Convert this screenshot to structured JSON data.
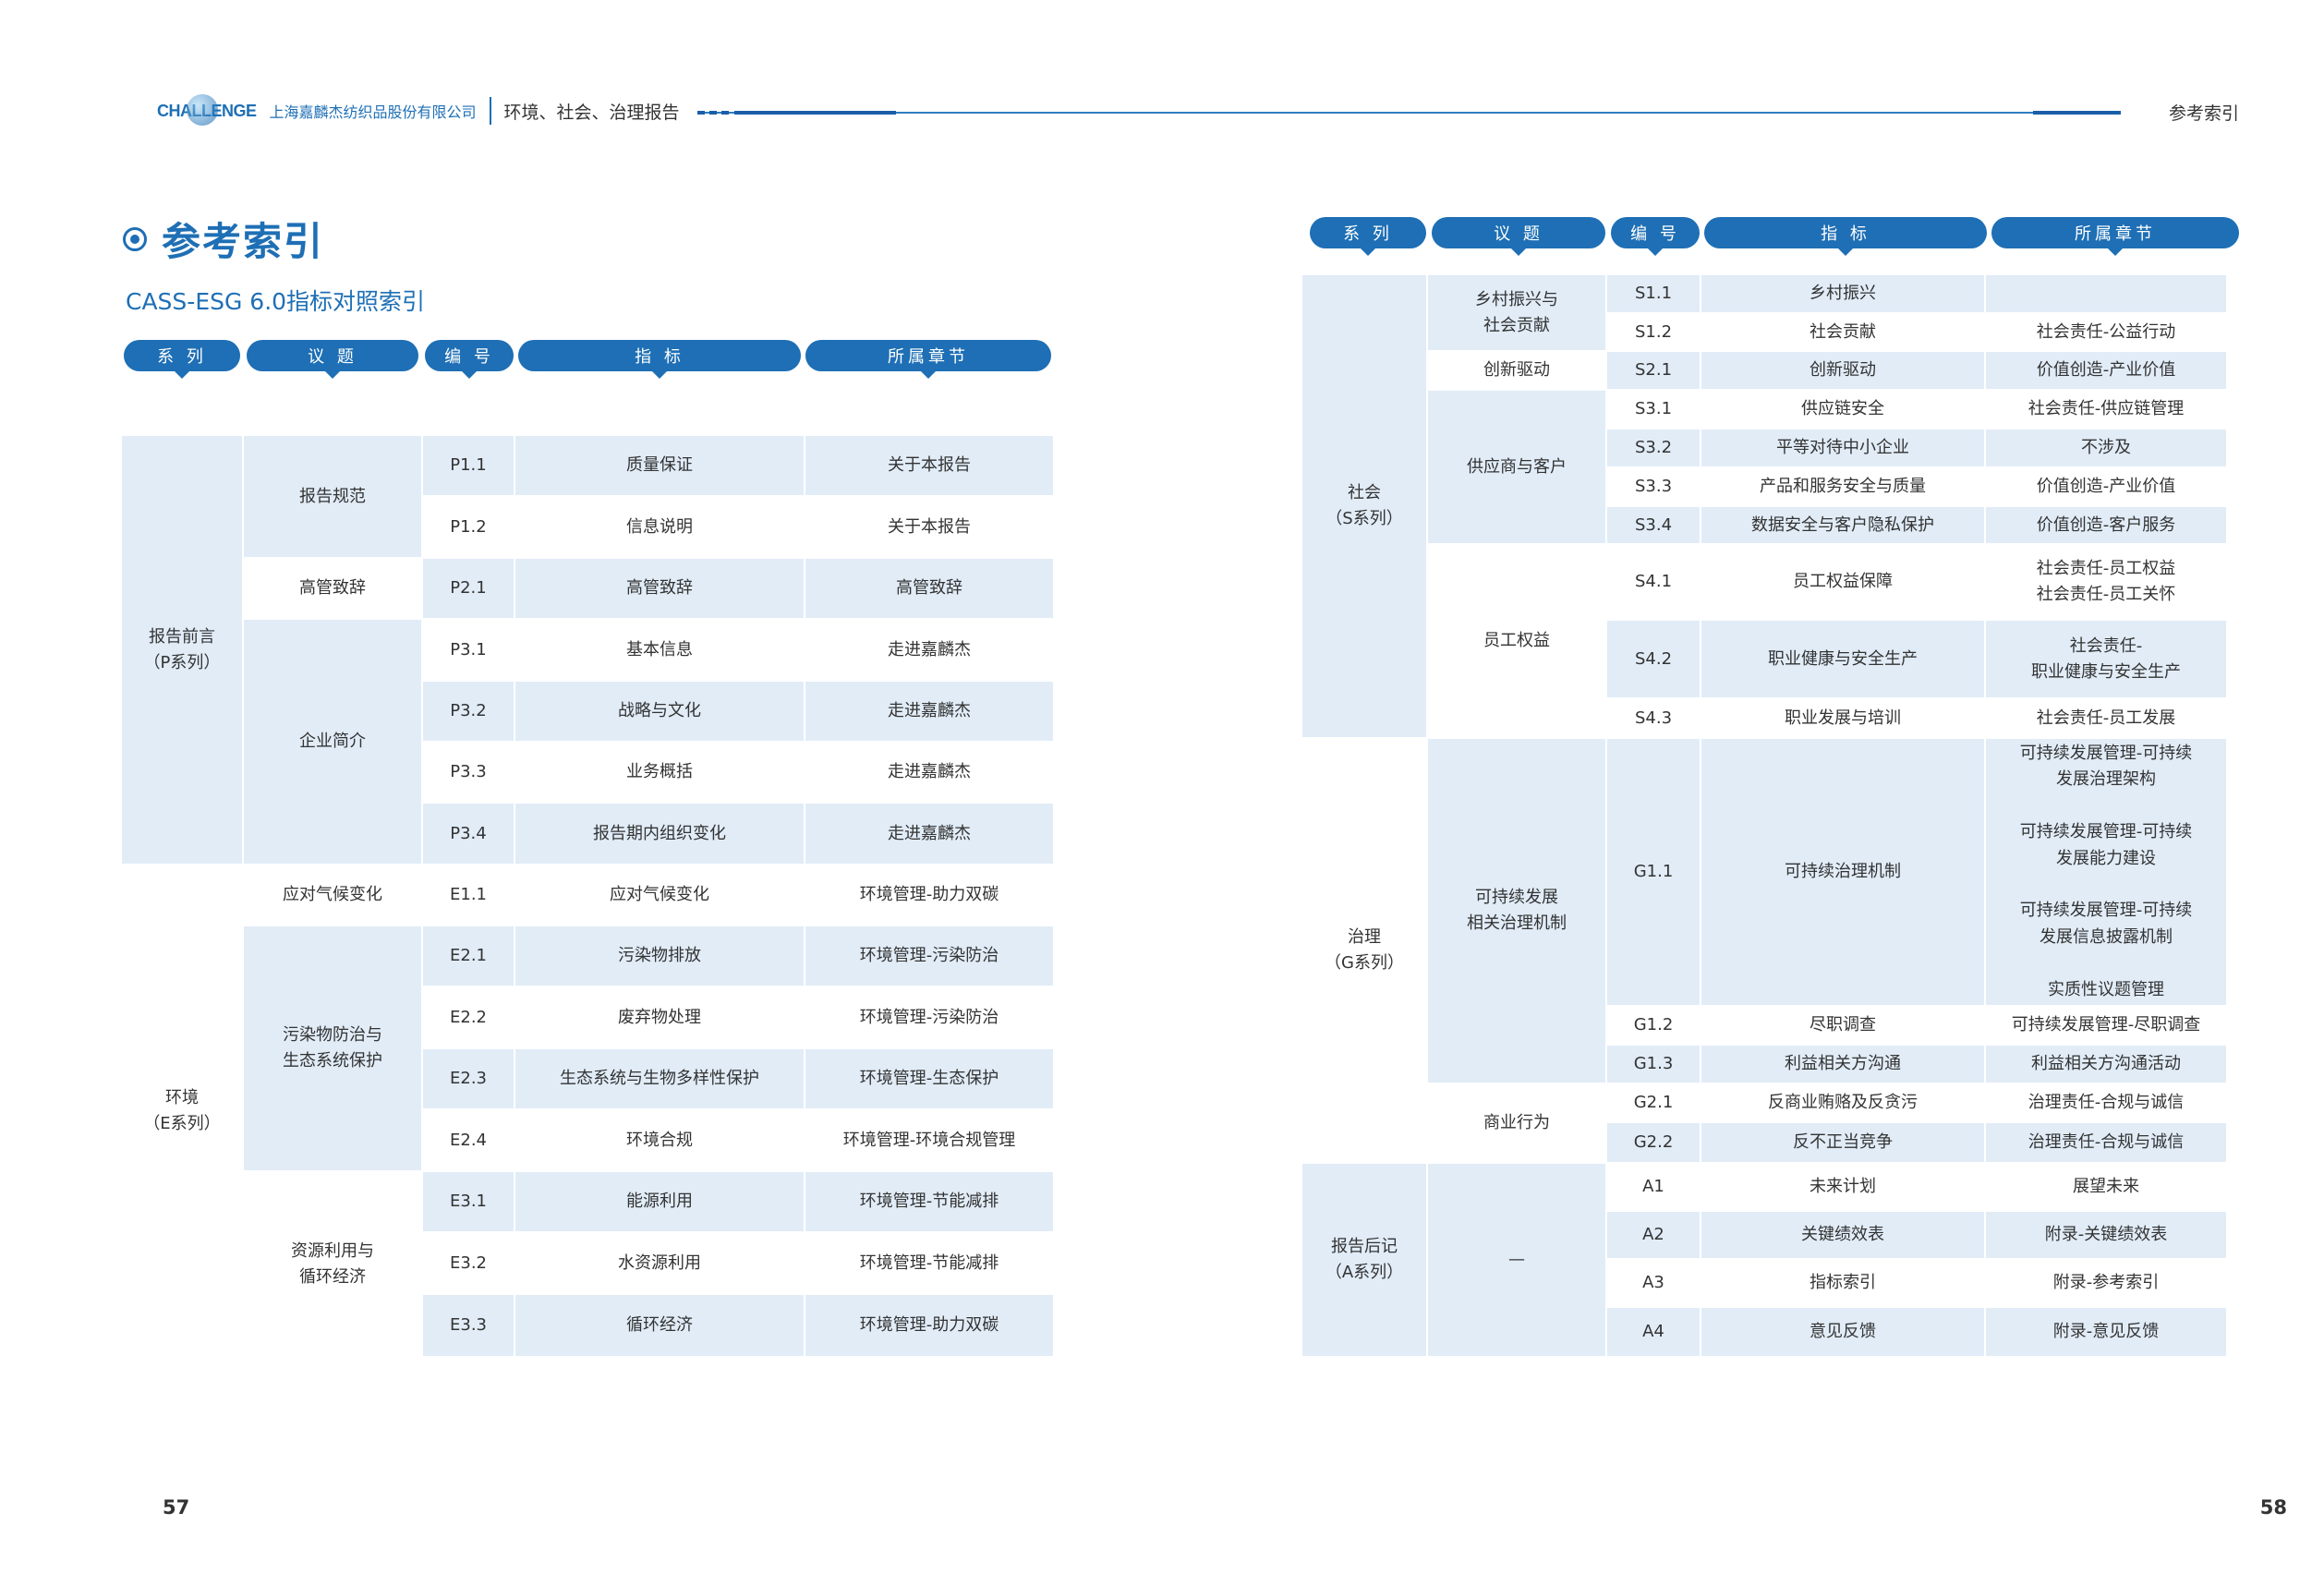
{
  "header": {
    "logo_text": "CHALLENGE",
    "company": "上海嘉麟杰纺织品股份有限公司",
    "doc_title": "环境、社会、治理报告",
    "section_label": "参考索引"
  },
  "page": {
    "title": "参考索引",
    "subtitle": "CASS-ESG 6.0指标对照索引",
    "left_num": "57",
    "right_num": "58"
  },
  "columns": {
    "series": "系 列",
    "topic": "议 题",
    "code": "编 号",
    "indicator": "指 标",
    "chapter": "所属章节"
  },
  "left": {
    "series": [
      {
        "label": "报告前言\n（P系列）"
      },
      {
        "label": "环境\n（E系列）"
      }
    ],
    "topics": [
      {
        "label": "报告规范"
      },
      {
        "label": "高管致辞"
      },
      {
        "label": "企业简介"
      },
      {
        "label": "应对气候变化"
      },
      {
        "label": "污染物防治与\n生态系统保护"
      },
      {
        "label": "资源利用与\n循环经济"
      }
    ],
    "rows": [
      {
        "code": "P1.1",
        "indicator": "质量保证",
        "chapter": "关于本报告"
      },
      {
        "code": "P1.2",
        "indicator": "信息说明",
        "chapter": "关于本报告"
      },
      {
        "code": "P2.1",
        "indicator": "高管致辞",
        "chapter": "高管致辞"
      },
      {
        "code": "P3.1",
        "indicator": "基本信息",
        "chapter": "走进嘉麟杰"
      },
      {
        "code": "P3.2",
        "indicator": "战略与文化",
        "chapter": "走进嘉麟杰"
      },
      {
        "code": "P3.3",
        "indicator": "业务概括",
        "chapter": "走进嘉麟杰"
      },
      {
        "code": "P3.4",
        "indicator": "报告期内组织变化",
        "chapter": "走进嘉麟杰"
      },
      {
        "code": "E1.1",
        "indicator": "应对气候变化",
        "chapter": "环境管理-助力双碳"
      },
      {
        "code": "E2.1",
        "indicator": "污染物排放",
        "chapter": "环境管理-污染防治"
      },
      {
        "code": "E2.2",
        "indicator": "废弃物处理",
        "chapter": "环境管理-污染防治"
      },
      {
        "code": "E2.3",
        "indicator": "生态系统与生物多样性保护",
        "chapter": "环境管理-生态保护"
      },
      {
        "code": "E2.4",
        "indicator": "环境合规",
        "chapter": "环境管理-环境合规管理"
      },
      {
        "code": "E3.1",
        "indicator": "能源利用",
        "chapter": "环境管理-节能减排"
      },
      {
        "code": "E3.2",
        "indicator": "水资源利用",
        "chapter": "环境管理-节能减排"
      },
      {
        "code": "E3.3",
        "indicator": "循环经济",
        "chapter": "环境管理-助力双碳"
      }
    ]
  },
  "right": {
    "series": [
      {
        "label": "社会\n（S系列）"
      },
      {
        "label": "治理\n（G系列）"
      },
      {
        "label": "报告后记\n（A系列）"
      }
    ],
    "topics": [
      {
        "label": "乡村振兴与\n社会贡献"
      },
      {
        "label": "创新驱动"
      },
      {
        "label": "供应商与客户"
      },
      {
        "label": "员工权益"
      },
      {
        "label": "可持续发展\n相关治理机制"
      },
      {
        "label": "商业行为"
      },
      {
        "label": "—"
      }
    ],
    "rows": [
      {
        "code": "S1.1",
        "indicator": "乡村振兴",
        "chapter": ""
      },
      {
        "code": "S1.2",
        "indicator": "社会贡献",
        "chapter": "社会责任-公益行动"
      },
      {
        "code": "S2.1",
        "indicator": "创新驱动",
        "chapter": "价值创造-产业价值"
      },
      {
        "code": "S3.1",
        "indicator": "供应链安全",
        "chapter": "社会责任-供应链管理"
      },
      {
        "code": "S3.2",
        "indicator": "平等对待中小企业",
        "chapter": "不涉及"
      },
      {
        "code": "S3.3",
        "indicator": "产品和服务安全与质量",
        "chapter": "价值创造-产业价值"
      },
      {
        "code": "S3.4",
        "indicator": "数据安全与客户隐私保护",
        "chapter": "价值创造-客户服务"
      },
      {
        "code": "S4.1",
        "indicator": "员工权益保障",
        "chapter": "社会责任-员工权益\n社会责任-员工关怀"
      },
      {
        "code": "S4.2",
        "indicator": "职业健康与安全生产",
        "chapter": "社会责任-\n职业健康与安全生产"
      },
      {
        "code": "S4.3",
        "indicator": "职业发展与培训",
        "chapter": "社会责任-员工发展"
      },
      {
        "code": "G1.1",
        "indicator": "可持续治理机制",
        "chapter": "可持续发展管理-可持续\n发展治理架构\n\n可持续发展管理-可持续\n发展能力建设\n\n可持续发展管理-可持续\n发展信息披露机制\n\n实质性议题管理"
      },
      {
        "code": "G1.2",
        "indicator": "尽职调查",
        "chapter": "可持续发展管理-尽职调查"
      },
      {
        "code": "G1.3",
        "indicator": "利益相关方沟通",
        "chapter": "利益相关方沟通活动"
      },
      {
        "code": "G2.1",
        "indicator": "反商业贿赂及反贪污",
        "chapter": "治理责任-合规与诚信"
      },
      {
        "code": "G2.2",
        "indicator": "反不正当竞争",
        "chapter": "治理责任-合规与诚信"
      },
      {
        "code": "A1",
        "indicator": "未来计划",
        "chapter": "展望未来"
      },
      {
        "code": "A2",
        "indicator": "关键绩效表",
        "chapter": "附录-关键绩效表"
      },
      {
        "code": "A3",
        "indicator": "指标索引",
        "chapter": "附录-参考索引"
      },
      {
        "code": "A4",
        "indicator": "意见反馈",
        "chapter": "附录-意见反馈"
      }
    ]
  }
}
